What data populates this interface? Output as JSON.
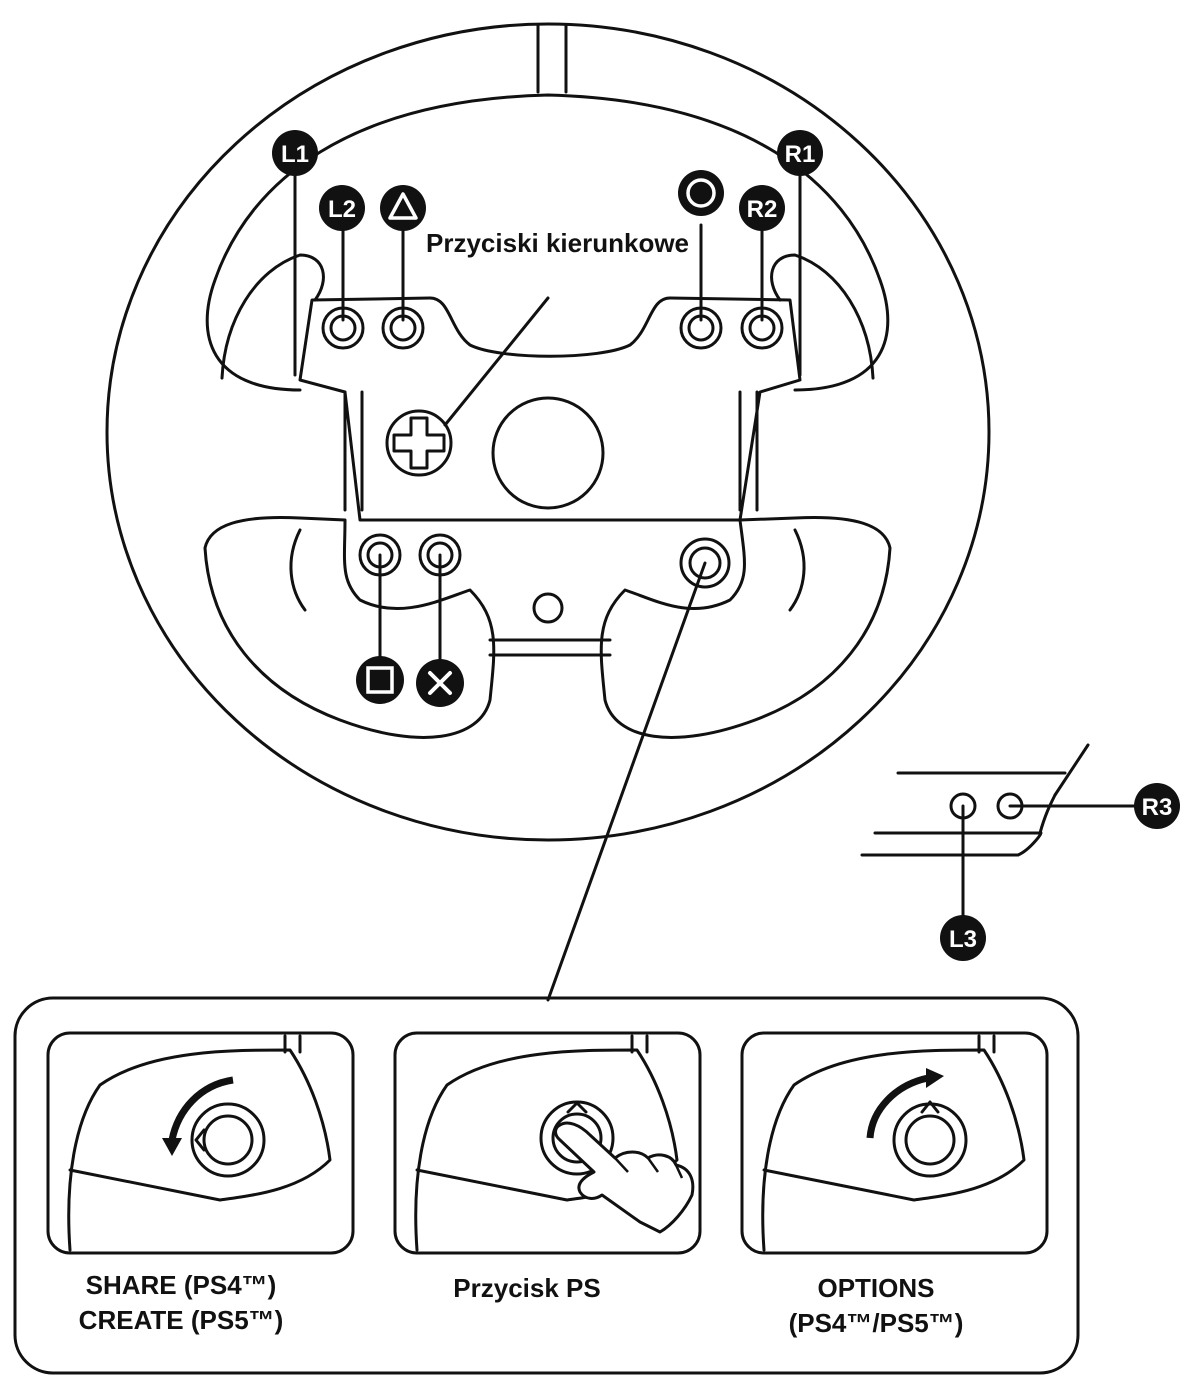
{
  "labels": {
    "dpad": "Przyciski kierunkowe",
    "share_line1": "SHARE (PS4™)",
    "share_line2": "CREATE (PS5™)",
    "ps_button": "Przycisk PS",
    "options_line1": "OPTIONS",
    "options_line2": "(PS4™/PS5™)"
  },
  "badges": {
    "l1": "L1",
    "l2": "L2",
    "r1": "R1",
    "r2": "R2",
    "l3": "L3",
    "r3": "R3"
  },
  "icons": {
    "triangle": "triangle-icon",
    "circle": "circle-icon",
    "square": "square-icon",
    "cross": "cross-icon",
    "dpad": "dpad-icon",
    "hand": "pointing-hand-icon",
    "arrow_ccw": "rotate-left-arrow-icon",
    "arrow_cw": "rotate-right-arrow-icon"
  },
  "colors": {
    "ink": "#111111",
    "paper": "#ffffff"
  }
}
